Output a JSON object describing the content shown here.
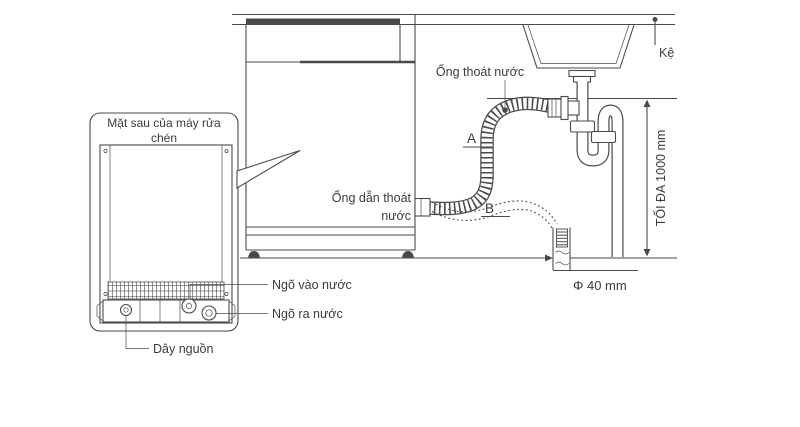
{
  "diagram": {
    "callout_box": {
      "title_line1": "Mặt sau của máy rửa",
      "title_line2": "chén"
    },
    "labels": {
      "shelf": "Kệ",
      "drain_pipe": "Ống thoát nước",
      "drain_hose_line1": "Ống dẫn thoát",
      "drain_hose_line2": "nước",
      "marker_a": "A",
      "marker_b": "B",
      "water_inlet": "Ngõ vào nước",
      "water_outlet": "Ngõ ra nước",
      "power_cord": "Dây nguồn",
      "max_height": "TỐI ĐA 1000 mm",
      "pipe_diameter": "Φ 40 mm"
    },
    "colors": {
      "line": "#4a4a4a",
      "text": "#3e3a38",
      "background": "#ffffff"
    }
  }
}
